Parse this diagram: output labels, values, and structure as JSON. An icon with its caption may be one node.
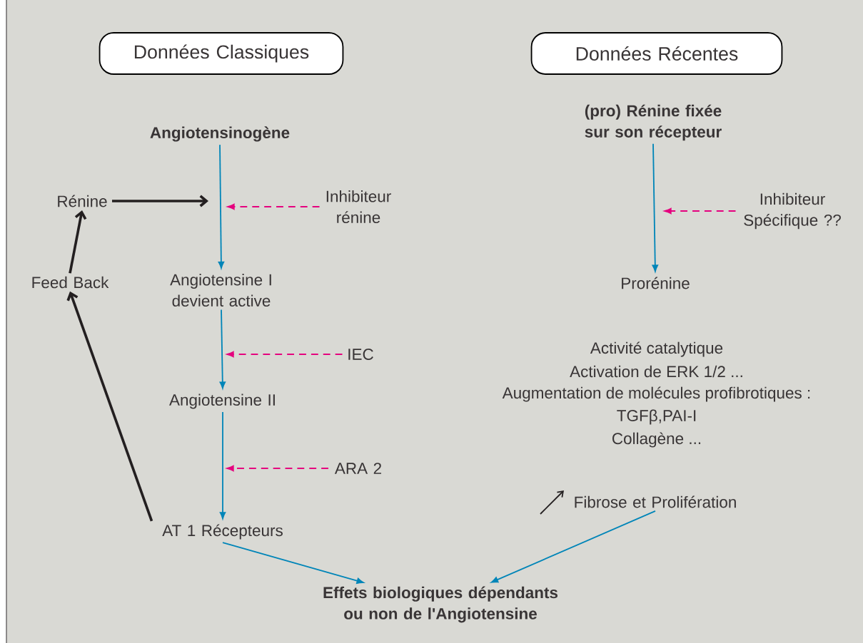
{
  "diagram": {
    "nodes": [
      {
        "text": [
          "Données Classiques"
        ]
      },
      {
        "text": [
          "Données Récentes"
        ]
      },
      {
        "text": [
          "Angiotensinogène"
        ]
      },
      {
        "text": [
          "Rénine"
        ]
      },
      {
        "text": [
          "Inhibiteur rénine"
        ]
      },
      {
        "text": [
          "Angiotensine I devient active"
        ]
      },
      {
        "text": [
          "Feed Back"
        ]
      },
      {
        "text": [
          "IEC"
        ]
      },
      {
        "text": [
          "Angiotensine II"
        ]
      },
      {
        "text": [
          "ARA 2"
        ]
      },
      {
        "text": [
          "AT 1 Récepteurs"
        ]
      },
      {
        "text": [
          "(pro) Rénine fixée sur son récepteur"
        ]
      },
      {
        "text": [
          "Inhibiteur Spécifique ??"
        ]
      },
      {
        "text": [
          "Prorénine"
        ]
      },
      {
        "text": [
          "Fibrose et Prolifération"
        ]
      },
      {
        "text": [
          "Effets biologiques dépendants ou non de l'Angiotensine"
        ]
      }
    ],
    "edges": [
      {
        "from": 2,
        "to": 5,
        "arrow": "to"
      },
      {
        "from": 3,
        "to": null,
        "arrow": "to",
        "style": "thick",
        "color": "#231f20"
      },
      {
        "from": 4,
        "to": null,
        "arrow": "to",
        "style": "dashed",
        "color": "#e5007e"
      },
      {
        "from": 5,
        "to": 8,
        "arrow": "to"
      },
      {
        "from": 7,
        "to": null,
        "arrow": "to",
        "style": "dashed",
        "color": "#e5007e"
      },
      {
        "from": 8,
        "to": 10,
        "arrow": "to"
      },
      {
        "from": 9,
        "to": null,
        "arrow": "to",
        "style": "dashed",
        "color": "#e5007e"
      },
      {
        "from": 10,
        "to": 6,
        "arrow": "to",
        "style": "thick",
        "color": "#231f20"
      },
      {
        "from": 6,
        "to": 3,
        "arrow": "to",
        "style": "thick",
        "color": "#231f20"
      },
      {
        "from": 11,
        "to": 13,
        "arrow": "to"
      },
      {
        "from": 12,
        "to": null,
        "arrow": "to",
        "style": "dashed",
        "color": "#e5007e"
      },
      {
        "from": 10,
        "to": 15,
        "arrow": "to"
      },
      {
        "from": 14,
        "to": 15,
        "arrow": "to"
      }
    ],
    "labels": [
      "Activité catalytique",
      "Activation de ERK 1/2 ...",
      "Augmentation de molécules profibrotiques :",
      "TGFβ,PAI-I",
      "Collagène ..."
    ]
  }
}
